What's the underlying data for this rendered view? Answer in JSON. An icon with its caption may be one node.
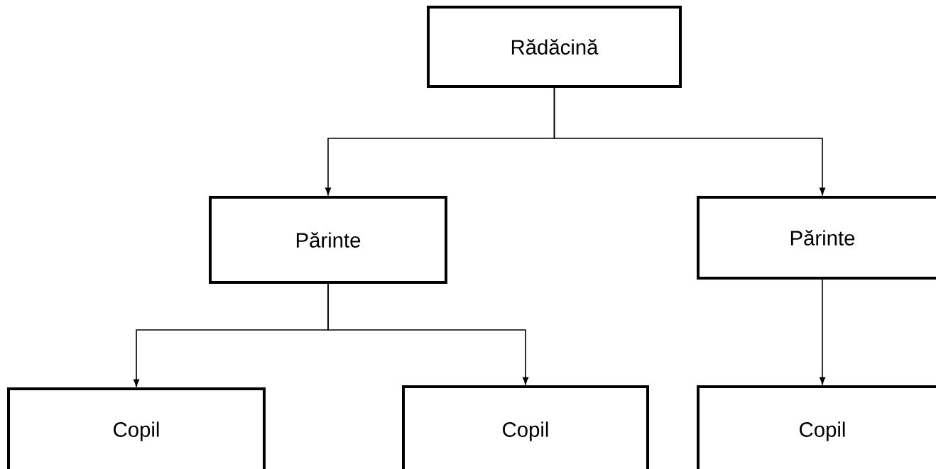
{
  "diagram": {
    "nodes": [
      {
        "text": [
          "Rădăcină"
        ]
      },
      {
        "text": [
          "Părinte"
        ]
      },
      {
        "text": [
          "Părinte"
        ]
      },
      {
        "text": [
          "Copil"
        ]
      },
      {
        "text": [
          "Copil"
        ]
      },
      {
        "text": [
          "Copil"
        ]
      }
    ],
    "edges": [
      {
        "from": 0,
        "to": 1,
        "arrow": "to"
      },
      {
        "from": 0,
        "to": 2,
        "arrow": "to"
      },
      {
        "from": 1,
        "to": 3,
        "arrow": "to"
      },
      {
        "from": 1,
        "to": 4,
        "arrow": "to"
      },
      {
        "from": 2,
        "to": 5,
        "arrow": "to"
      }
    ]
  }
}
